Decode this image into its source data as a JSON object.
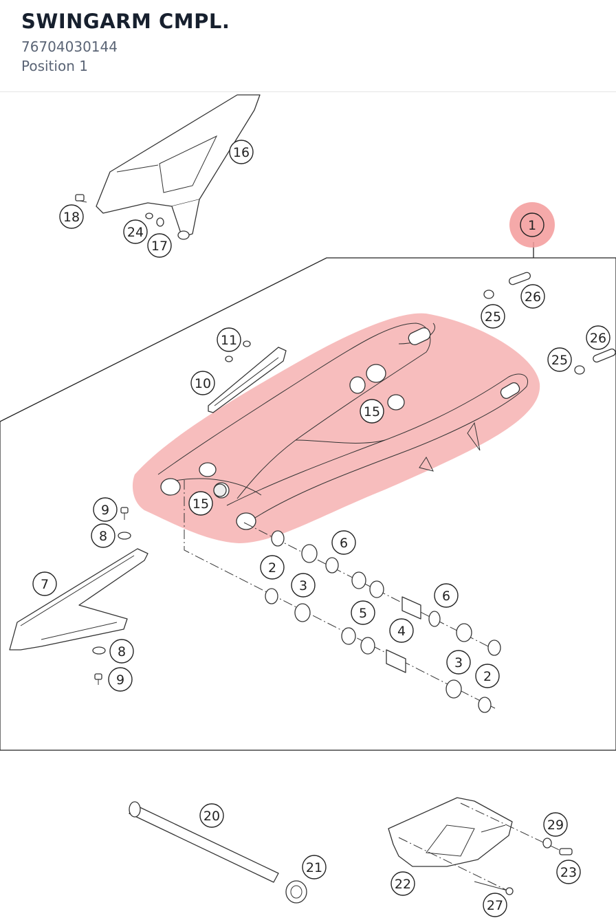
{
  "header": {
    "title": "SWINGARM CMPL.",
    "part_number": "76704030144",
    "position": "Position 1"
  },
  "colors": {
    "highlight": "#f4a3a3",
    "callout_highlight": "#f39a9a",
    "title": "#17202e",
    "subtitle": "#5a6475"
  },
  "callouts": [
    {
      "label": "1",
      "highlighted": true
    },
    {
      "label": "16"
    },
    {
      "label": "18"
    },
    {
      "label": "24"
    },
    {
      "label": "17"
    },
    {
      "label": "26"
    },
    {
      "label": "25"
    },
    {
      "label": "26"
    },
    {
      "label": "25"
    },
    {
      "label": "11"
    },
    {
      "label": "10"
    },
    {
      "label": "15"
    },
    {
      "label": "15"
    },
    {
      "label": "9"
    },
    {
      "label": "8"
    },
    {
      "label": "7"
    },
    {
      "label": "8"
    },
    {
      "label": "9"
    },
    {
      "label": "6"
    },
    {
      "label": "2"
    },
    {
      "label": "3"
    },
    {
      "label": "5"
    },
    {
      "label": "4"
    },
    {
      "label": "6"
    },
    {
      "label": "3"
    },
    {
      "label": "2"
    },
    {
      "label": "20"
    },
    {
      "label": "21"
    },
    {
      "label": "29"
    },
    {
      "label": "22"
    },
    {
      "label": "23"
    },
    {
      "label": "27"
    }
  ]
}
